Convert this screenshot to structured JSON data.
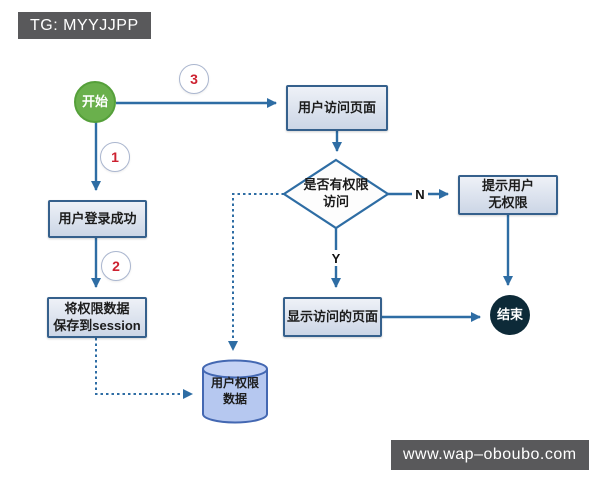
{
  "colors": {
    "arrow_blue": "#2e6da4",
    "box_border": "#35608c",
    "box_fill_top": "#eef1f7",
    "box_fill_bottom": "#ccd6e6",
    "start_green": "#6ab04c",
    "start_green_border": "#55a03a",
    "end_dark": "#0d2a38",
    "step_red": "#cd2130",
    "step_border": "#aab6cf",
    "badge_gray": "#59595b",
    "cylinder_fill": "#b6c8f0",
    "cylinder_top": "#c5d3f5",
    "cylinder_border": "#4468b2",
    "text_dark": "#1c1c1c"
  },
  "watermarks": {
    "top_left": "TG: MYYJJPP",
    "bottom_right": "www.wap–oboubo.com"
  },
  "flowchart": {
    "start": {
      "label": "开始"
    },
    "end": {
      "label": "结束"
    },
    "nodes": {
      "visit_page": {
        "label": "用户访问页面"
      },
      "decision": {
        "line1": "是否有权限",
        "line2": "访问"
      },
      "no_permission": {
        "line1": "提示用户",
        "line2": "无权限"
      },
      "show_page": {
        "label": "显示访问的页面"
      },
      "login_success": {
        "label": "用户登录成功"
      },
      "save_session": {
        "line1": "将权限数据",
        "line2": "保存到session"
      },
      "permission_db": {
        "line1": "用户权限",
        "line2": "数据"
      }
    },
    "steps": {
      "s1": "1",
      "s2": "2",
      "s3": "3"
    },
    "edge_labels": {
      "no": "N",
      "yes": "Y"
    }
  }
}
